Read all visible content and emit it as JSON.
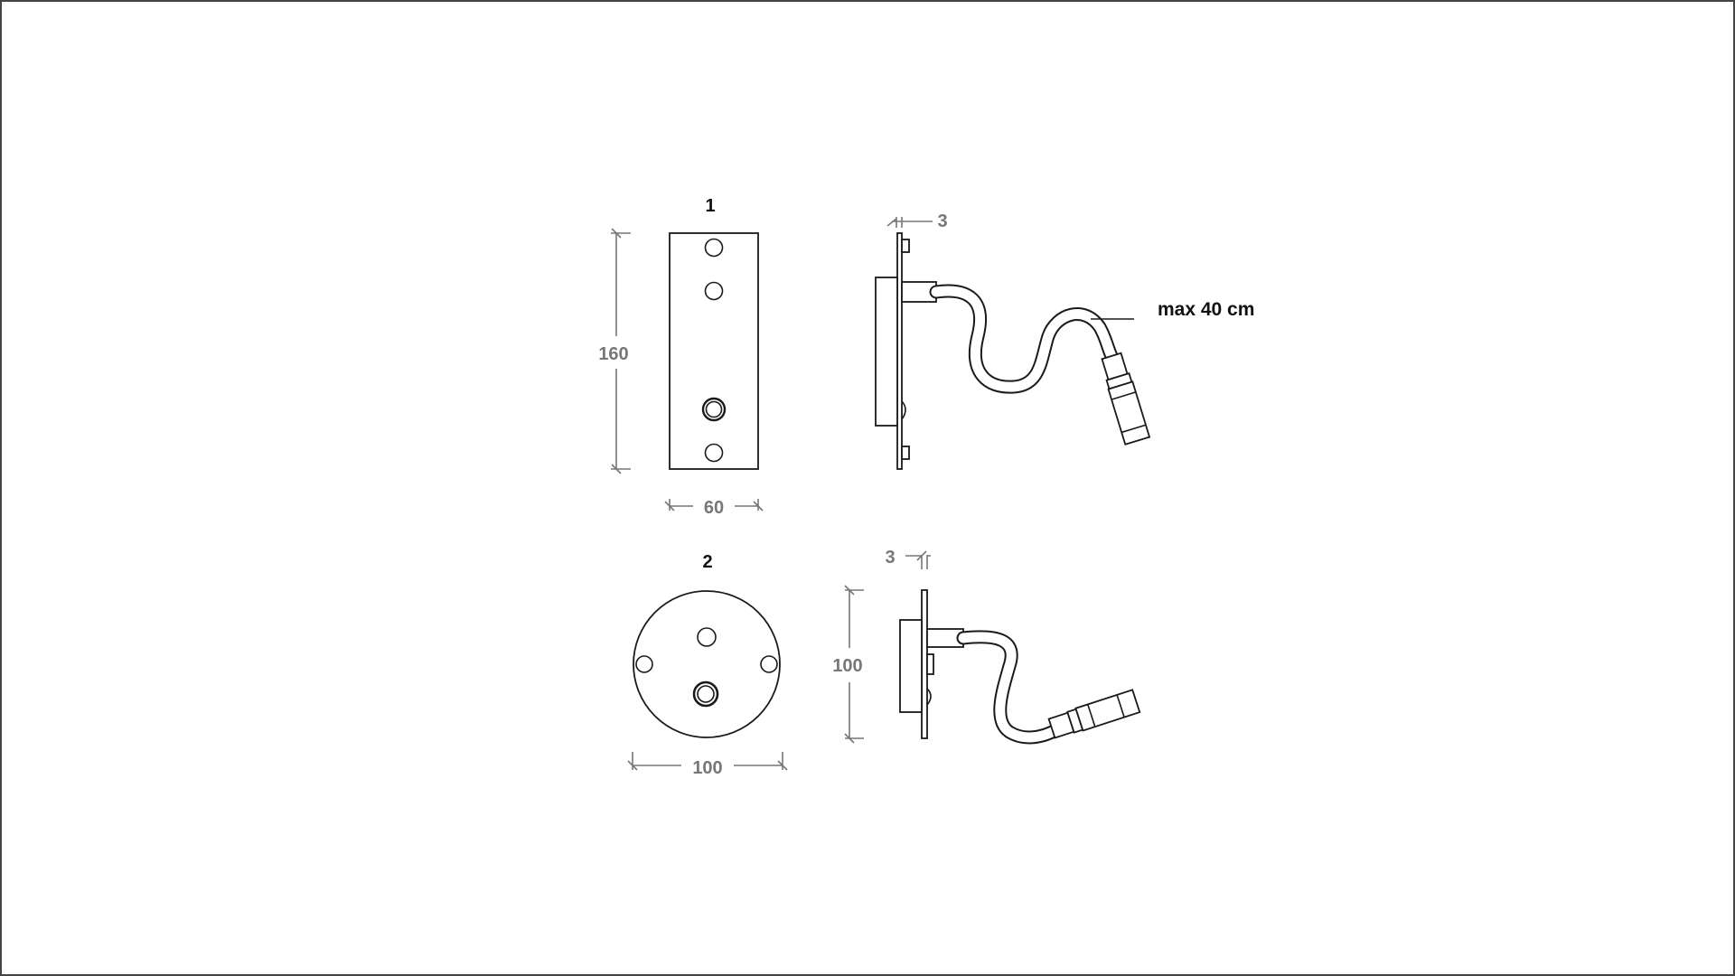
{
  "diagram": {
    "lamp_1": {
      "label": "1",
      "dim_height": "160",
      "dim_width": "60",
      "dim_plate_thickness": "3",
      "arm_note": "max 40 cm"
    },
    "lamp_2": {
      "label": "2",
      "dim_diameter": "100",
      "dim_height": "100",
      "dim_plate_thickness": "3"
    }
  }
}
